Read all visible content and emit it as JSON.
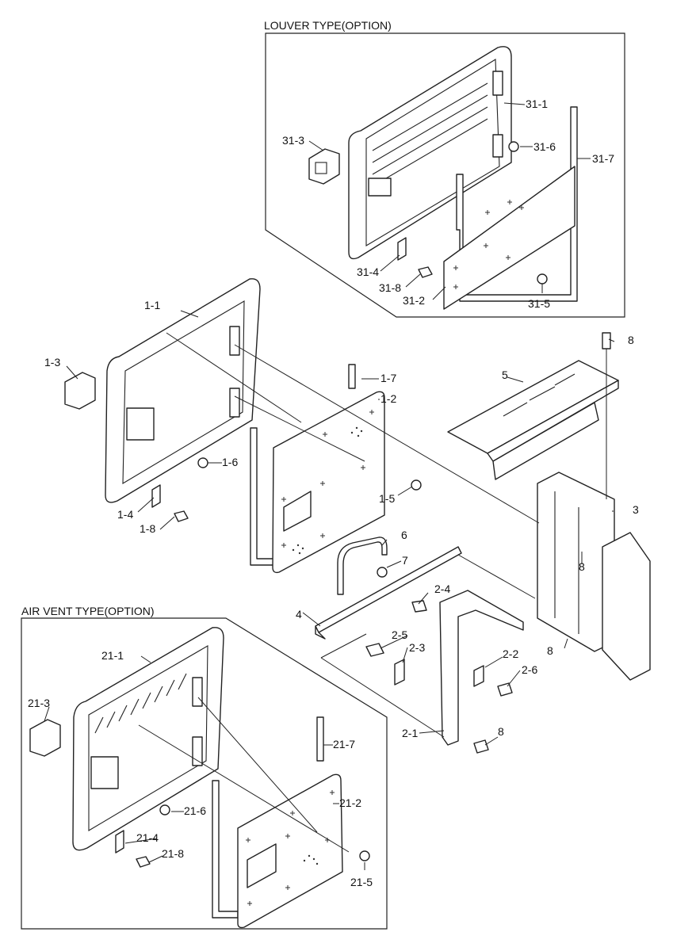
{
  "sections": {
    "louver_title": "LOUVER TYPE(OPTION)",
    "air_vent_title": "AIR VENT TYPE(OPTION)"
  },
  "labels": {
    "p31_1": "31-1",
    "p31_2": "31-2",
    "p31_3": "31-3",
    "p31_4": "31-4",
    "p31_5": "31-5",
    "p31_6": "31-6",
    "p31_7": "31-7",
    "p31_8": "31-8",
    "p1_1": "1-1",
    "p1_2": "1-2",
    "p1_3": "1-3",
    "p1_4": "1-4",
    "p1_5": "1-5",
    "p1_6": "1-6",
    "p1_7": "1-7",
    "p1_8": "1-8",
    "p8a": "8",
    "p8b": "8",
    "p8c": "8",
    "p8d": "8",
    "p5": "5",
    "p3": "3",
    "p6": "6",
    "p7": "7",
    "p4": "4",
    "p2_1": "2-1",
    "p2_2": "2-2",
    "p2_3": "2-3",
    "p2_4": "2-4",
    "p2_5": "2-5",
    "p2_6": "2-6",
    "p21_1": "21-1",
    "p21_2": "21-2",
    "p21_3": "21-3",
    "p21_4": "21-4",
    "p21_5": "21-5",
    "p21_6": "21-6",
    "p21_7": "21-7",
    "p21_8": "21-8"
  }
}
